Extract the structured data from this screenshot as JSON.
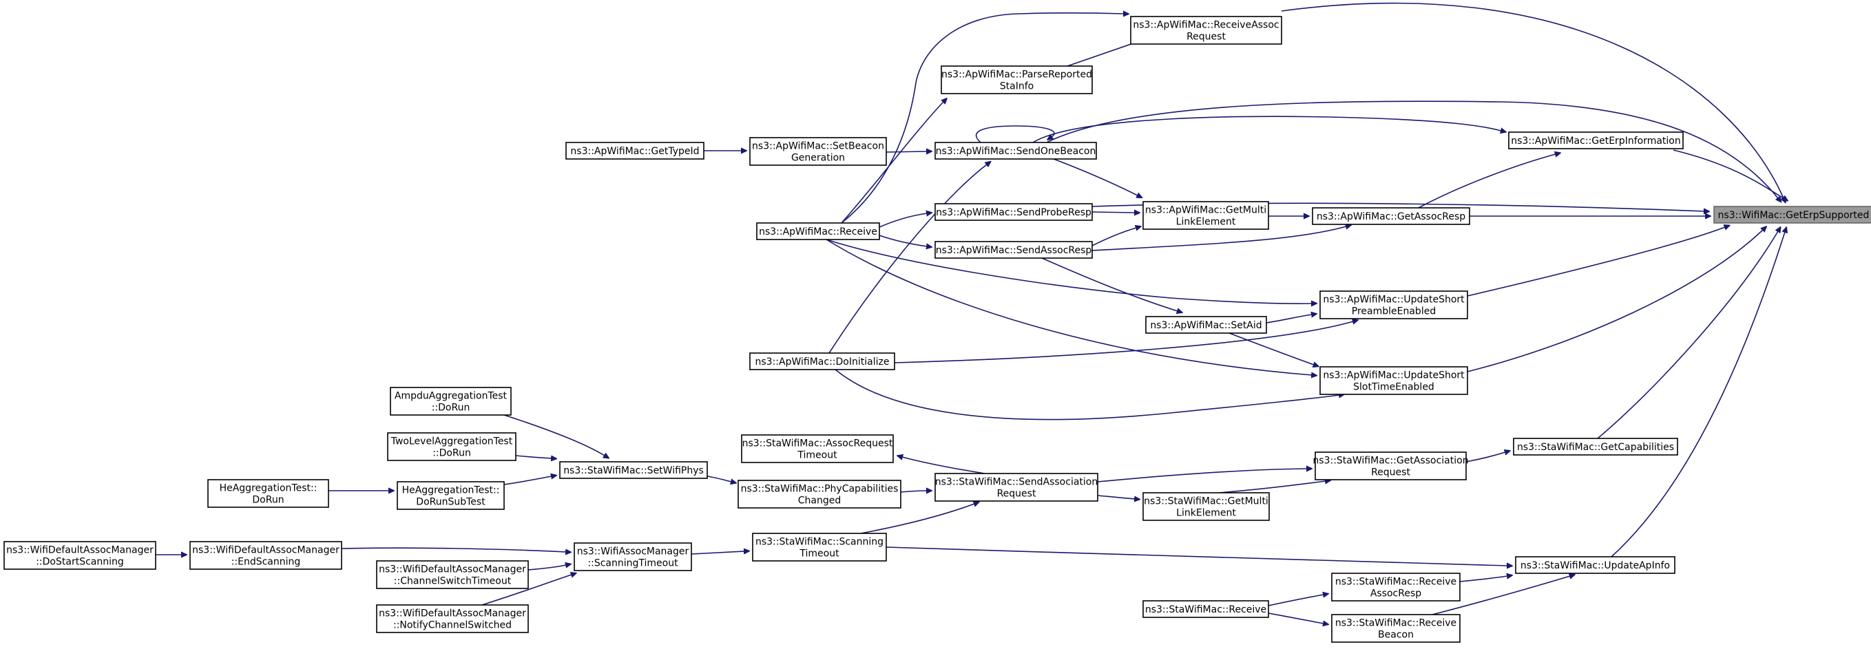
{
  "colors": {
    "edge": "#191970",
    "node_border": "#000000",
    "focus_fill": "#999999",
    "background": "#ffffff"
  },
  "nodes": {
    "erpsup": {
      "lines": [
        "ns3::WifiMac::GetErpSupported"
      ],
      "focus": true
    },
    "rcvassocreq": {
      "lines": [
        "ns3::ApWifiMac::ReceiveAssoc",
        "Request"
      ]
    },
    "parsesta": {
      "lines": [
        "ns3::ApWifiMac::ParseReported",
        "StaInfo"
      ]
    },
    "gettypeid": {
      "lines": [
        "ns3::ApWifiMac::GetTypeId"
      ]
    },
    "setbeacon": {
      "lines": [
        "ns3::ApWifiMac::SetBeacon",
        "Generation"
      ]
    },
    "sendonebeacon": {
      "lines": [
        "ns3::ApWifiMac::SendOneBeacon"
      ]
    },
    "geterpinfo": {
      "lines": [
        "ns3::ApWifiMac::GetErpInformation"
      ]
    },
    "sendproberesp": {
      "lines": [
        "ns3::ApWifiMac::SendProbeResp"
      ]
    },
    "getmultiap": {
      "lines": [
        "ns3::ApWifiMac::GetMulti",
        "LinkElement"
      ]
    },
    "getassocresp": {
      "lines": [
        "ns3::ApWifiMac::GetAssocResp"
      ]
    },
    "apreceive": {
      "lines": [
        "ns3::ApWifiMac::Receive"
      ]
    },
    "sendassocresp": {
      "lines": [
        "ns3::ApWifiMac::SendAssocResp"
      ]
    },
    "updpreamble": {
      "lines": [
        "ns3::ApWifiMac::UpdateShort",
        "PreambleEnabled"
      ]
    },
    "setaid": {
      "lines": [
        "ns3::ApWifiMac::SetAid"
      ]
    },
    "doinit": {
      "lines": [
        "ns3::ApWifiMac::DoInitialize"
      ]
    },
    "updslot": {
      "lines": [
        "ns3::ApWifiMac::UpdateShort",
        "SlotTimeEnabled"
      ]
    },
    "ampdu": {
      "lines": [
        "AmpduAggregationTest",
        "::DoRun"
      ]
    },
    "twolevel": {
      "lines": [
        "TwoLevelAggregationTest",
        "::DoRun"
      ]
    },
    "setwifiphys": {
      "lines": [
        "ns3::StaWifiMac::SetWifiPhys"
      ]
    },
    "heagg": {
      "lines": [
        "HeAggregationTest::",
        "DoRun"
      ]
    },
    "heaggsub": {
      "lines": [
        "HeAggregationTest::",
        "DoRunSubTest"
      ]
    },
    "assocreqtimeout": {
      "lines": [
        "ns3::StaWifiMac::AssocRequest",
        "Timeout"
      ]
    },
    "phycap": {
      "lines": [
        "ns3::StaWifiMac::PhyCapabilities",
        "Changed"
      ]
    },
    "sendassocreq": {
      "lines": [
        "ns3::StaWifiMac::SendAssociation",
        "Request"
      ]
    },
    "getassocreq": {
      "lines": [
        "ns3::StaWifiMac::GetAssociation",
        "Request"
      ]
    },
    "getcap": {
      "lines": [
        "ns3::StaWifiMac::GetCapabilities"
      ]
    },
    "getmultista": {
      "lines": [
        "ns3::StaWifiMac::GetMulti",
        "LinkElement"
      ]
    },
    "dostartscan": {
      "lines": [
        "ns3::WifiDefaultAssocManager",
        "::DoStartScanning"
      ]
    },
    "endscan": {
      "lines": [
        "ns3::WifiDefaultAssocManager",
        "::EndScanning"
      ]
    },
    "scantimeout": {
      "lines": [
        "ns3::WifiAssocManager",
        "::ScanningTimeout"
      ]
    },
    "stascantimeout": {
      "lines": [
        "ns3::StaWifiMac::Scanning",
        "Timeout"
      ]
    },
    "chanswtimeout": {
      "lines": [
        "ns3::WifiDefaultAssocManager",
        "::ChannelSwitchTimeout"
      ]
    },
    "notifych": {
      "lines": [
        "ns3::WifiDefaultAssocManager",
        "::NotifyChannelSwitched"
      ]
    },
    "updateapinfo": {
      "lines": [
        "ns3::StaWifiMac::UpdateApInfo"
      ]
    },
    "rcvassocresp": {
      "lines": [
        "ns3::StaWifiMac::Receive",
        "AssocResp"
      ]
    },
    "stareceive": {
      "lines": [
        "ns3::StaWifiMac::Receive"
      ]
    },
    "rcvbeacon": {
      "lines": [
        "ns3::StaWifiMac::Receive",
        "Beacon"
      ]
    }
  },
  "edges": [
    {
      "from": "rcvassocreq",
      "to": "erpsup"
    },
    {
      "from": "sendonebeacon",
      "to": "erpsup"
    },
    {
      "from": "geterpinfo",
      "to": "erpsup"
    },
    {
      "from": "sendproberesp",
      "to": "erpsup"
    },
    {
      "from": "getassocresp",
      "to": "erpsup"
    },
    {
      "from": "updpreamble",
      "to": "erpsup"
    },
    {
      "from": "updslot",
      "to": "erpsup"
    },
    {
      "from": "getcap",
      "to": "erpsup"
    },
    {
      "from": "updateapinfo",
      "to": "erpsup"
    },
    {
      "from": "parsesta",
      "to": "rcvassocreq"
    },
    {
      "from": "apreceive",
      "to": "rcvassocreq"
    },
    {
      "from": "apreceive",
      "to": "parsesta"
    },
    {
      "from": "gettypeid",
      "to": "setbeacon"
    },
    {
      "from": "setbeacon",
      "to": "sendonebeacon"
    },
    {
      "from": "sendonebeacon",
      "to": "sendonebeacon"
    },
    {
      "from": "doinit",
      "to": "sendonebeacon"
    },
    {
      "from": "sendonebeacon",
      "to": "geterpinfo"
    },
    {
      "from": "sendonebeacon",
      "to": "getmultiap"
    },
    {
      "from": "getassocresp",
      "to": "geterpinfo"
    },
    {
      "from": "apreceive",
      "to": "sendproberesp"
    },
    {
      "from": "sendproberesp",
      "to": "getmultiap"
    },
    {
      "from": "getmultiap",
      "to": "getassocresp"
    },
    {
      "from": "sendassocresp",
      "to": "getmultiap"
    },
    {
      "from": "sendassocresp",
      "to": "getassocresp"
    },
    {
      "from": "apreceive",
      "to": "sendassocresp"
    },
    {
      "from": "apreceive",
      "to": "updpreamble"
    },
    {
      "from": "apreceive",
      "to": "updslot"
    },
    {
      "from": "sendassocresp",
      "to": "setaid"
    },
    {
      "from": "setaid",
      "to": "updpreamble"
    },
    {
      "from": "setaid",
      "to": "updslot"
    },
    {
      "from": "doinit",
      "to": "updpreamble"
    },
    {
      "from": "doinit",
      "to": "updslot"
    },
    {
      "from": "ampdu",
      "to": "setwifiphys"
    },
    {
      "from": "twolevel",
      "to": "setwifiphys"
    },
    {
      "from": "heaggsub",
      "to": "setwifiphys"
    },
    {
      "from": "heagg",
      "to": "heaggsub"
    },
    {
      "from": "setwifiphys",
      "to": "phycap"
    },
    {
      "from": "phycap",
      "to": "sendassocreq"
    },
    {
      "from": "sendassocreq",
      "to": "assocreqtimeout"
    },
    {
      "from": "sendassocreq",
      "to": "getassocreq"
    },
    {
      "from": "sendassocreq",
      "to": "getmultista"
    },
    {
      "from": "getmultista",
      "to": "getassocreq"
    },
    {
      "from": "getassocreq",
      "to": "getcap"
    },
    {
      "from": "stascantimeout",
      "to": "sendassocreq"
    },
    {
      "from": "dostartscan",
      "to": "endscan"
    },
    {
      "from": "endscan",
      "to": "scantimeout"
    },
    {
      "from": "chanswtimeout",
      "to": "scantimeout"
    },
    {
      "from": "notifych",
      "to": "scantimeout"
    },
    {
      "from": "scantimeout",
      "to": "stascantimeout"
    },
    {
      "from": "stascantimeout",
      "to": "updateapinfo"
    },
    {
      "from": "rcvassocresp",
      "to": "updateapinfo"
    },
    {
      "from": "rcvbeacon",
      "to": "updateapinfo"
    },
    {
      "from": "stareceive",
      "to": "rcvassocresp"
    },
    {
      "from": "stareceive",
      "to": "rcvbeacon"
    }
  ]
}
